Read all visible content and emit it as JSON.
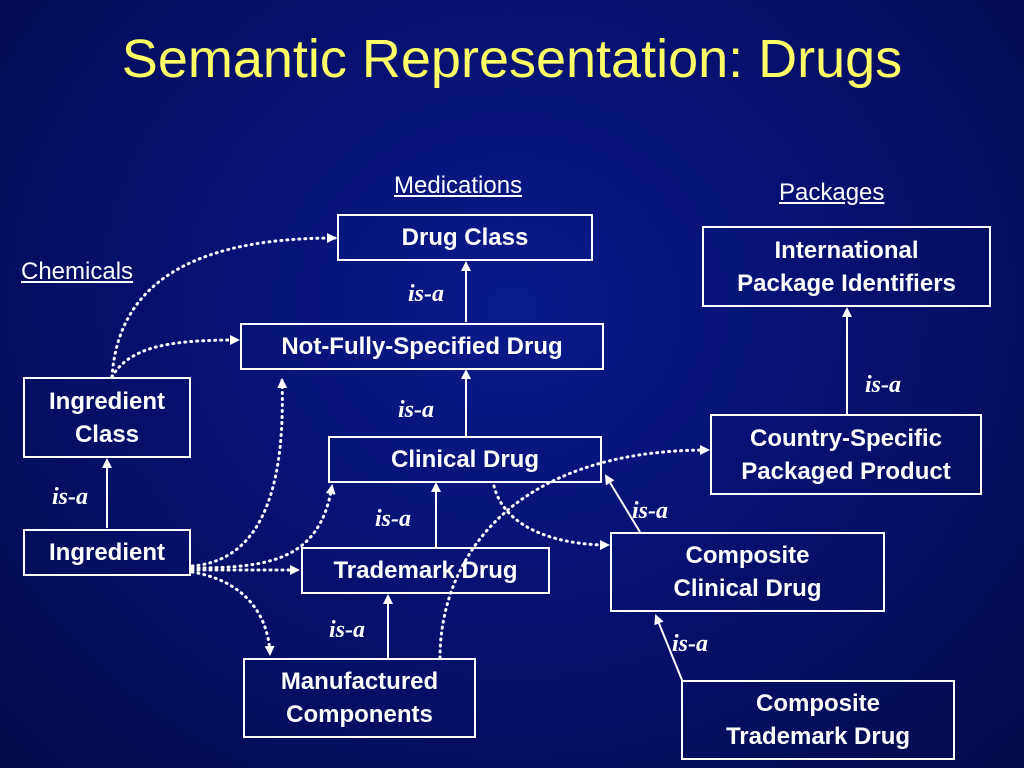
{
  "slide": {
    "title": "Semantic Representation: Drugs"
  },
  "groups": {
    "medications": "Medications",
    "packages": "Packages",
    "chemicals": "Chemicals"
  },
  "nodes": {
    "drug_class": [
      "Drug Class"
    ],
    "not_fully_specified_drug": [
      "Not-Fully-Specified Drug"
    ],
    "clinical_drug": [
      "Clinical Drug"
    ],
    "trademark_drug": [
      "Trademark Drug"
    ],
    "manufactured_components": [
      "Manufactured",
      "Components"
    ],
    "ingredient_class": [
      "Ingredient",
      "Class"
    ],
    "ingredient": [
      "Ingredient"
    ],
    "international_package_identifiers": [
      "International",
      "Package Identifiers"
    ],
    "country_specific_packaged_product": [
      "Country-Specific",
      "Packaged Product"
    ],
    "composite_clinical_drug": [
      "Composite",
      "Clinical Drug"
    ],
    "composite_trademark_drug": [
      "Composite",
      "Trademark Drug"
    ]
  },
  "relation_label": "is-a",
  "colors": {
    "title": "#ffff66",
    "foreground": "#ffffff",
    "background": "#061170"
  }
}
